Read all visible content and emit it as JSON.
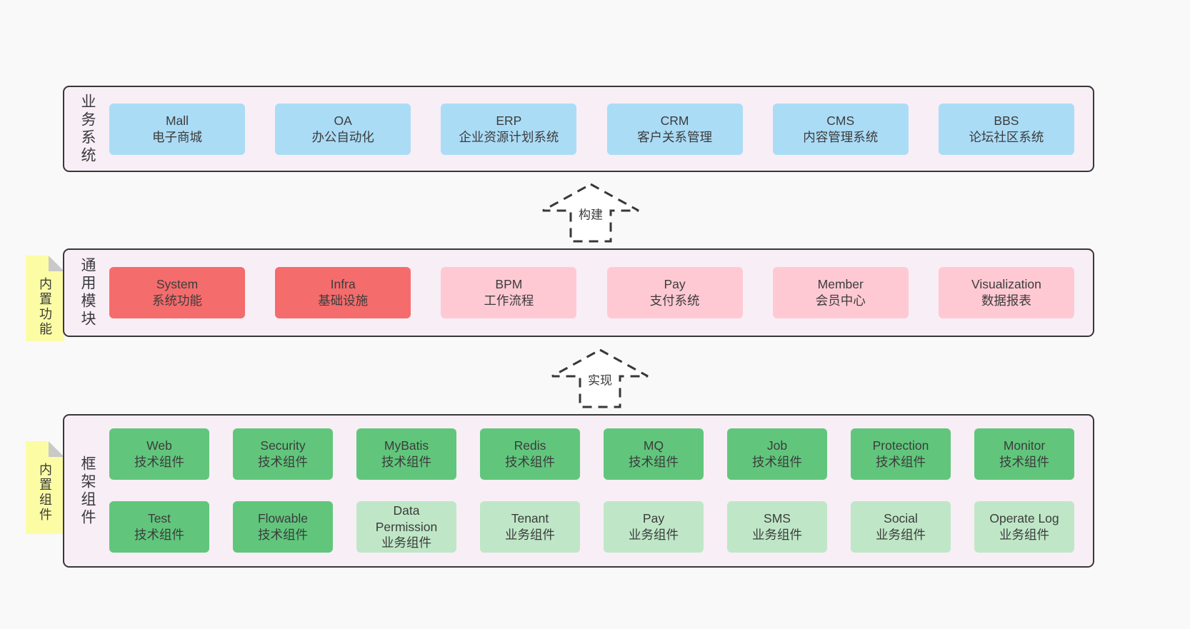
{
  "diagram": {
    "background": "#f9f9f9",
    "colors": {
      "panel_background": "#f8eef6",
      "panel_border": "#383838",
      "business_box": "#abdcf6",
      "core_module_box": "#f56c6c",
      "optional_module_box": "#ffc9d3",
      "tech_component_box": "#61c67c",
      "biz_component_box": "#bfe7c7",
      "sticky_note": "#fcfca5",
      "sticky_fold": "#c9c9c9",
      "text": "#3c3c3c"
    },
    "arrows": [
      {
        "label": "构建"
      },
      {
        "label": "实现"
      }
    ],
    "panels": [
      {
        "label": "业务系统",
        "boxes": [
          {
            "title": "Mall",
            "subtitle": "电子商城"
          },
          {
            "title": "OA",
            "subtitle": "办公自动化"
          },
          {
            "title": "ERP",
            "subtitle": "企业资源计划系统"
          },
          {
            "title": "CRM",
            "subtitle": "客户关系管理"
          },
          {
            "title": "CMS",
            "subtitle": "内容管理系统"
          },
          {
            "title": "BBS",
            "subtitle": "论坛社区系统"
          }
        ]
      },
      {
        "label": "通用模块",
        "sticky": "内置功能",
        "boxes": [
          {
            "title": "System",
            "subtitle": "系统功能"
          },
          {
            "title": "Infra",
            "subtitle": "基础设施"
          },
          {
            "title": "BPM",
            "subtitle": "工作流程"
          },
          {
            "title": "Pay",
            "subtitle": "支付系统"
          },
          {
            "title": "Member",
            "subtitle": "会员中心"
          },
          {
            "title": "Visualization",
            "subtitle": "数据报表"
          }
        ]
      },
      {
        "label": "框架组件",
        "sticky": "内置组件",
        "rows": [
          [
            {
              "title": "Web",
              "subtitle": "技术组件"
            },
            {
              "title": "Security",
              "subtitle": "技术组件"
            },
            {
              "title": "MyBatis",
              "subtitle": "技术组件"
            },
            {
              "title": "Redis",
              "subtitle": "技术组件"
            },
            {
              "title": "MQ",
              "subtitle": "技术组件"
            },
            {
              "title": "Job",
              "subtitle": "技术组件"
            },
            {
              "title": "Protection",
              "subtitle": "技术组件"
            },
            {
              "title": "Monitor",
              "subtitle": "技术组件"
            }
          ],
          [
            {
              "title": "Test",
              "subtitle": "技术组件"
            },
            {
              "title": "Flowable",
              "subtitle": "技术组件"
            },
            {
              "title": "Data Permission",
              "subtitle": "业务组件"
            },
            {
              "title": "Tenant",
              "subtitle": "业务组件"
            },
            {
              "title": "Pay",
              "subtitle": "业务组件"
            },
            {
              "title": "SMS",
              "subtitle": "业务组件"
            },
            {
              "title": "Social",
              "subtitle": "业务组件"
            },
            {
              "title": "Operate Log",
              "subtitle": "业务组件"
            }
          ]
        ]
      }
    ]
  }
}
